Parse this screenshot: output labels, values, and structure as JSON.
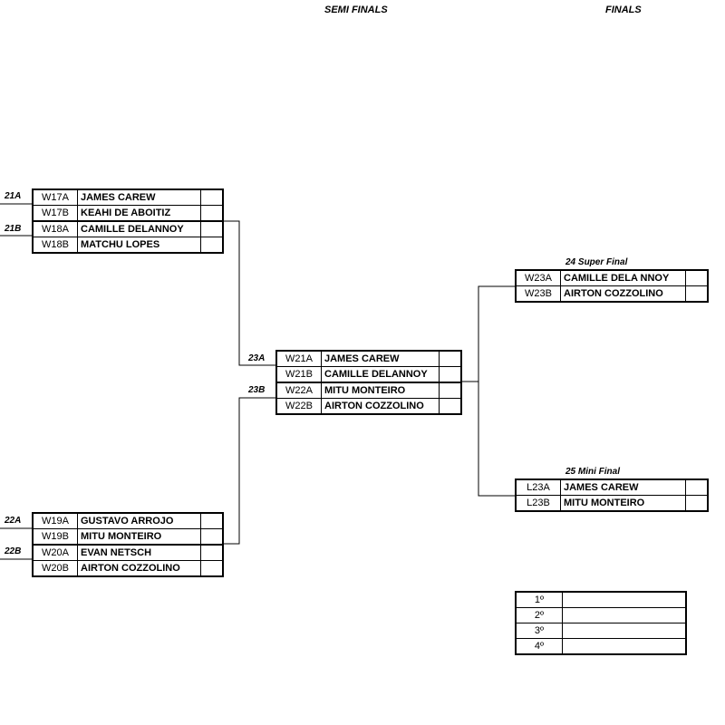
{
  "headers": {
    "semi": "SEMI FINALS",
    "finals": "FINALS"
  },
  "labels": {
    "m21a": "21A",
    "m21b": "21B",
    "m22a": "22A",
    "m22b": "22B",
    "m23a": "23A",
    "m23b": "23B",
    "super_final": "24 Super Final",
    "mini_final": "25 Mini Final"
  },
  "group1": [
    {
      "code": "W17A",
      "name": "JAMES CAREW"
    },
    {
      "code": "W17B",
      "name": "KEAHI DE ABOITIZ"
    },
    {
      "code": "W18A",
      "name": "CAMILLE DELANNOY"
    },
    {
      "code": "W18B",
      "name": "MATCHU LOPES"
    }
  ],
  "group2": [
    {
      "code": "W19A",
      "name": "GUSTAVO ARROJO"
    },
    {
      "code": "W19B",
      "name": "MITU MONTEIRO"
    },
    {
      "code": "W20A",
      "name": "EVAN NETSCH"
    },
    {
      "code": "W20B",
      "name": "AIRTON COZZOLINO"
    }
  ],
  "semi": [
    {
      "code": "W21A",
      "name": "JAMES CAREW"
    },
    {
      "code": "W21B",
      "name": "CAMILLE DELANNOY"
    },
    {
      "code": "W22A",
      "name": "MITU MONTEIRO"
    },
    {
      "code": "W22B",
      "name": "AIRTON COZZOLINO"
    }
  ],
  "super_final": [
    {
      "code": "W23A",
      "name": "CAMILLE DELA NNOY"
    },
    {
      "code": "W23B",
      "name": "AIRTON COZZOLINO"
    }
  ],
  "mini_final": [
    {
      "code": "L23A",
      "name": "JAMES CAREW"
    },
    {
      "code": "L23B",
      "name": "MITU MONTEIRO"
    }
  ],
  "places": [
    "1º",
    "2º",
    "3º",
    "4º"
  ]
}
